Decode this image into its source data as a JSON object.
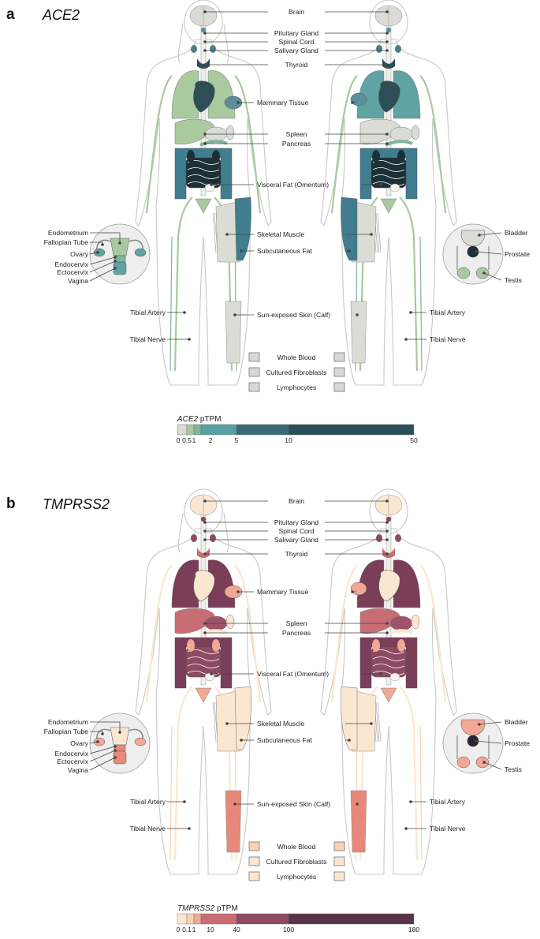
{
  "panels": [
    {
      "id": "a",
      "letter": "a",
      "gene": "ACE2",
      "colorbar": {
        "gene": "ACE2",
        "unit": " pTPM",
        "ticks": [
          "0",
          "0.5",
          "1",
          "2",
          "5",
          "10",
          "50"
        ],
        "colors": [
          "#d7d9d2",
          "#a9c99f",
          "#7fb59a",
          "#57a0a5",
          "#3a6a78",
          "#2a4f58",
          "#1c3038"
        ]
      },
      "labels": {
        "brain": "Brain",
        "pituitary": "Pituitary Gland",
        "spinal": "Spinal Cord",
        "salivary": "Salivary Gland",
        "thyroid": "Thyroid",
        "mammary": "Mammary Tissue",
        "spleen": "Spleen",
        "pancreas": "Pancreas",
        "visceral": "Visceral Fat  (Omentum)",
        "skeletal": "Skeletal Muscle",
        "subcut": "Subcutaneous Fat",
        "skin": "Sun-exposed Skin (Calf)",
        "endometrium": "Endometrium",
        "fallopian": "Fallopian Tube",
        "ovary": "Ovary",
        "endocervix": "Endocervix",
        "ectocervix": "Ectocervix",
        "vagina": "Vagina",
        "tibial_artery_l": "Tibial Artery",
        "tibial_nerve_l": "Tibial Nerve",
        "tibial_artery_r": "Tibial Artery",
        "tibial_nerve_r": "Tibial Nerve",
        "bladder": "Bladder",
        "prostate": "Prostate",
        "testis": "Testis",
        "whole_blood": "Whole Blood",
        "fibroblasts": "Cultured Fibroblasts",
        "lymphocytes": "Lymphocytes"
      },
      "tissue_colors": {
        "brain": "#dcdcd6",
        "pituitary": "#5b8f9b",
        "salivary": "#4b7e8a",
        "thyroid": "#2d4d57",
        "lung": "#a9c99f",
        "lung_m": "#5fa3a4",
        "heart": "#2d4d57",
        "liver": "#a9c99f",
        "liver_m": "#dcdcd6",
        "stomach": "#dcdcd6",
        "spleen": "#dcdcd6",
        "pancreas": "#7fb59a",
        "colon": "#3f7d8f",
        "small_int": "#1c3038",
        "kidney": "#1c3038",
        "adrenal": "#2d4d57",
        "bladder_f": "#a9c99f",
        "uterus": "#a9c99f",
        "mammary": "#5b8f9b",
        "muscle": "#dcdcd6",
        "subcut": "#3f7d8f",
        "skin": "#dcdcd6",
        "vessel": "#a9c99f",
        "nerve": "#7fb59a",
        "repro_body": "#a9c99f",
        "ovary": "#5fa3a4",
        "cervix": "#7fb59a",
        "vagina": "#5fa3a4",
        "bladder": "#dcdcd6",
        "prostate": "#1c3038",
        "testis": "#a9c99f",
        "blood": "#d7d9d2",
        "fibro": "#d7d9d2",
        "lympho": "#d7d9d2"
      }
    },
    {
      "id": "b",
      "letter": "b",
      "gene": "TMPRSS2",
      "colorbar": {
        "gene": "TMPRSS2",
        "unit": " pTPM",
        "ticks": [
          "0",
          "0.1",
          "1",
          "10",
          "40",
          "100",
          "180"
        ],
        "colors": [
          "#fbe7d1",
          "#f7d2b6",
          "#f1a895",
          "#c96d74",
          "#8c4a63",
          "#5a3346",
          "#3a2c38"
        ]
      },
      "labels": {
        "brain": "Brain",
        "pituitary": "Pituitary Gland",
        "spinal": "Spinal Cord",
        "salivary": "Salivary Gland",
        "thyroid": "Thyroid",
        "mammary": "Mammary Tissue",
        "spleen": "Spleen",
        "pancreas": "Pancreas",
        "visceral": "Visceral Fat  (Omentum)",
        "skeletal": "Skeletal Muscle",
        "subcut": "Subcutaneous Fat",
        "skin": "Sun-exposed Skin (Calf)",
        "endometrium": "Endometrium",
        "fallopian": "Fallopian Tube",
        "ovary": "Ovary",
        "endocervix": "Endocervix",
        "ectocervix": "Ectocervix",
        "vagina": "Vagina",
        "tibial_artery_l": "Tibial Artery",
        "tibial_nerve_l": "Tibial Nerve",
        "tibial_artery_r": "Tibial Artery",
        "tibial_nerve_r": "Tibial Nerve",
        "bladder": "Bladder",
        "prostate": "Prostate",
        "testis": "Testis",
        "whole_blood": "Whole Blood",
        "fibroblasts": "Cultured Fibroblasts",
        "lymphocytes": "Lymphocytes"
      },
      "tissue_colors": {
        "brain": "#fbe7d1",
        "pituitary": "#8c4a63",
        "salivary": "#8c4a63",
        "thyroid": "#c96d74",
        "lung": "#7a3e58",
        "lung_m": "#7a3e58",
        "heart": "#fbe7d1",
        "liver": "#c96d74",
        "liver_m": "#c96d74",
        "stomach": "#a0526a",
        "spleen": "#fbe7d1",
        "pancreas": "#fbe7d1",
        "colon": "#7a3e58",
        "small_int": "#8c4a63",
        "kidney": "#f1a895",
        "adrenal": "#fbe7d1",
        "bladder_f": "#f1a895",
        "uterus": "#f1a895",
        "mammary": "#f1a895",
        "muscle": "#fbe7d1",
        "subcut": "#fbe7d1",
        "skin": "#e8887a",
        "vessel": "#fbe7d1",
        "nerve": "#f7d2b6",
        "repro_body": "#fbe7d1",
        "ovary": "#f1a895",
        "cervix": "#e8887a",
        "vagina": "#e8887a",
        "bladder": "#f1a895",
        "prostate": "#2a2230",
        "testis": "#f1a895",
        "blood": "#f7d2b6",
        "fibro": "#fbe7d1",
        "lympho": "#fbe7d1"
      }
    }
  ]
}
